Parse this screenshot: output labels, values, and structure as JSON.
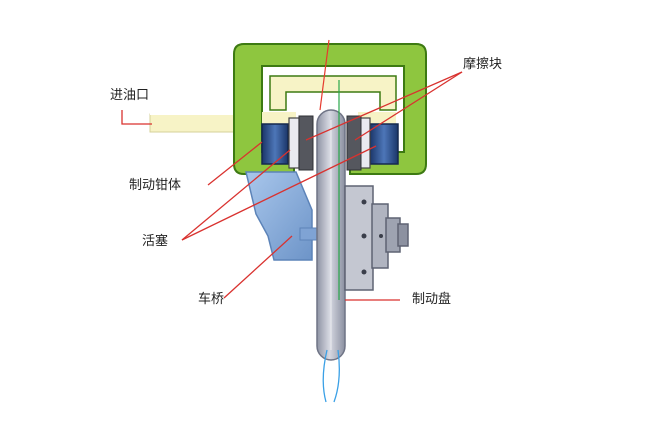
{
  "labels": {
    "inlet": "进油口",
    "friction_pad": "摩擦块",
    "caliper": "制动钳体",
    "piston": "活塞",
    "axle": "车桥",
    "disc": "制动盘"
  },
  "colors": {
    "caliper_fill": "#8ec63f",
    "caliper_stroke": "#3d7a12",
    "oil_fill": "#f7f3c6",
    "axle_fill": "#8fb4e0",
    "disc_fill": "#b9bcc8",
    "leader_line": "#d9322f",
    "piston_fill": "#1f3f7a"
  }
}
